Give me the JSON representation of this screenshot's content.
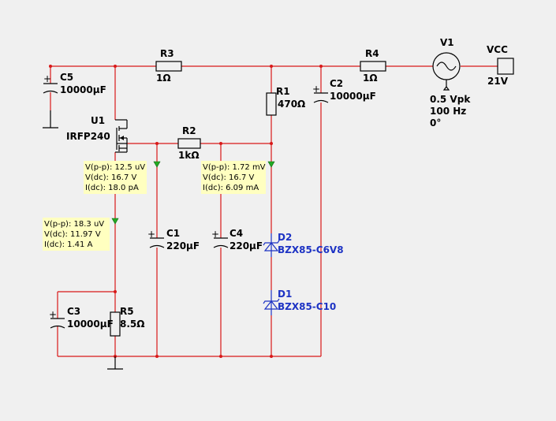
{
  "colors": {
    "background": "#f0f0f0",
    "wire": "#d81818",
    "diode": "#1d33c4",
    "probe_box": "#ffffc0",
    "probe_marker": "#22aa22"
  },
  "components": {
    "r3": {
      "ref": "R3",
      "value": "1Ω"
    },
    "r4": {
      "ref": "R4",
      "value": "1Ω"
    },
    "r1": {
      "ref": "R1",
      "value": "470Ω"
    },
    "r2": {
      "ref": "R2",
      "value": "1kΩ"
    },
    "r5": {
      "ref": "R5",
      "value": "8.5Ω"
    },
    "c1": {
      "ref": "C1",
      "value": "220µF"
    },
    "c2": {
      "ref": "C2",
      "value": "10000µF"
    },
    "c3": {
      "ref": "C3",
      "value": "10000µF"
    },
    "c4": {
      "ref": "C4",
      "value": "220µF"
    },
    "c5": {
      "ref": "C5",
      "value": "10000µF"
    },
    "u1": {
      "ref": "U1",
      "value": "IRFP240"
    },
    "d1": {
      "ref": "D1",
      "value": "BZX85-C10"
    },
    "d2": {
      "ref": "D2",
      "value": "BZX85-C6V8"
    },
    "v1": {
      "ref": "V1",
      "amplitude": "0.5 Vpk",
      "frequency": "100 Hz",
      "phase": "0°"
    },
    "vcc": {
      "ref": "VCC",
      "value": "21V"
    }
  },
  "probes": {
    "p1": {
      "vpp": "V(p-p): 12.5 uV",
      "vdc": "V(dc): 16.7 V",
      "idc": "I(dc): 18.0 pA"
    },
    "p2": {
      "vpp": "V(p-p): 1.72 mV",
      "vdc": "V(dc): 16.7 V",
      "idc": "I(dc): 6.09 mA"
    },
    "p3": {
      "vpp": "V(p-p): 18.3 uV",
      "vdc": "V(dc): 11.97 V",
      "idc": "I(dc): 1.41 A"
    }
  }
}
